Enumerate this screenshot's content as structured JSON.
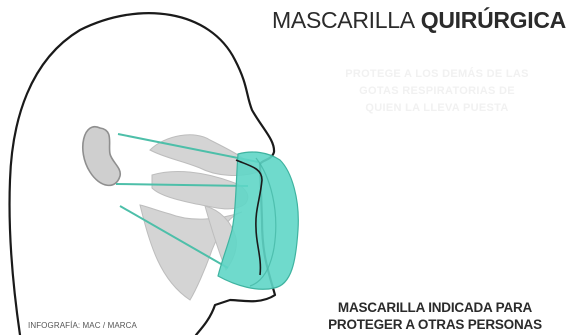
{
  "title": {
    "light": "MASCARILLA",
    "bold": "QUIRÚRGICA"
  },
  "faded_text": [
    "PROTEGE A LOS DEMÁS DE LAS",
    "GOTAS RESPIRATORIAS DE",
    "QUIEN LA LLEVA PUESTA"
  ],
  "caption": "INFOGRAFÍA: MAC / MARCA",
  "bottom_text": {
    "line1": "MASCARILLA INDICADA PARA",
    "line2": "PROTEGER A OTRAS PERSONAS"
  },
  "colors": {
    "mask": "#5fd6c6",
    "strap": "#4dbfa9",
    "outline": "#1a1a1a",
    "airway": "#d4d4d4"
  }
}
